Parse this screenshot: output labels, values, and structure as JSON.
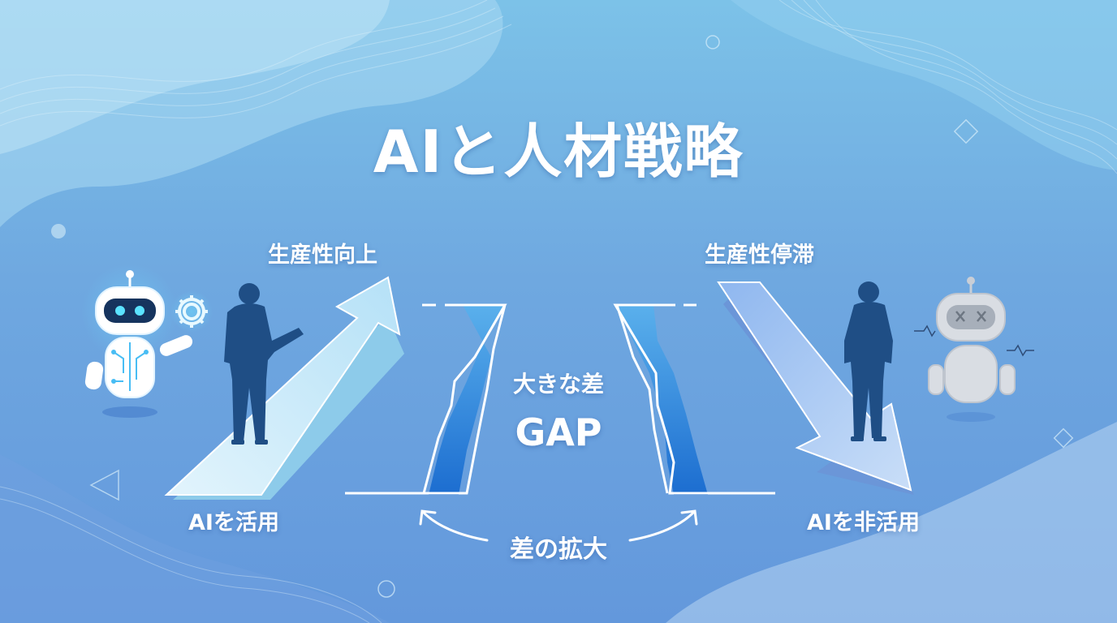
{
  "title": "AIと人材戦略",
  "left": {
    "top_label": "生産性向上",
    "bottom_label": "AIを活用"
  },
  "right": {
    "top_label": "生産性停滞",
    "bottom_label": "AIを非活用"
  },
  "gap": {
    "label_jp": "大きな差",
    "label_en": "GAP",
    "widening_label": "差の拡大"
  },
  "colors": {
    "background_top": "#7cc2e8",
    "background_bottom": "#6398dc",
    "silhouette": "#1f4e85",
    "robot_active_glow": "#3ac6ff",
    "robot_inactive": "#c9ced6"
  },
  "icons": [
    "robot-active-icon",
    "gear-icon",
    "person-silhouette-icon",
    "robot-inactive-icon",
    "up-arrow-icon",
    "down-arrow-icon"
  ]
}
